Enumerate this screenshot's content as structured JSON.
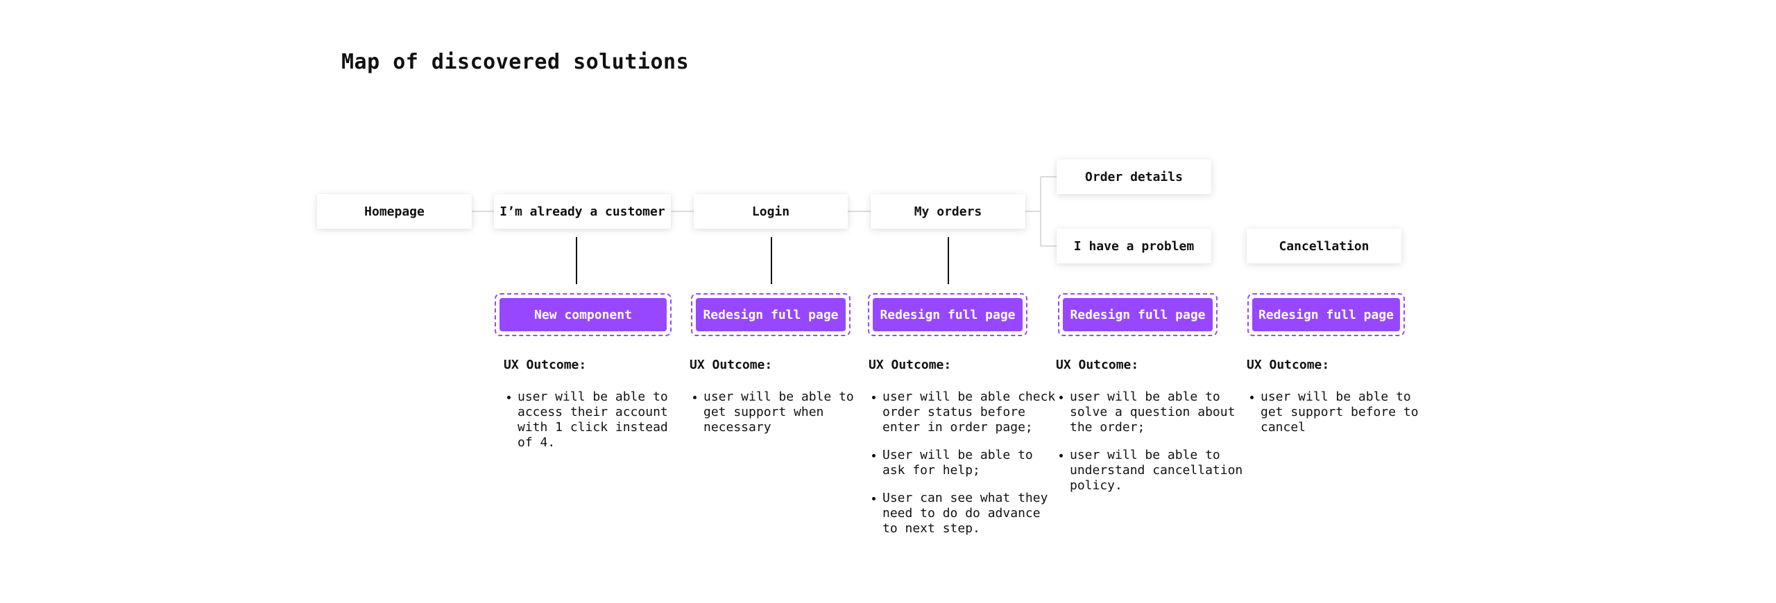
{
  "title": "Map of discovered solutions",
  "colors": {
    "solution": "#9747ff",
    "connector": "#d0d0d0",
    "stem": "#111111"
  },
  "nodes": {
    "homepage": "Homepage",
    "customer": "I’m already a customer",
    "login": "Login",
    "orders": "My orders",
    "order_details": "Order details",
    "problem": "I have a problem",
    "cancellation": "Cancellation"
  },
  "solutions": [
    {
      "label": "New component",
      "outcome_title": "UX Outcome:",
      "items": [
        "user will be able to access their account with 1 click instead of 4."
      ]
    },
    {
      "label": "Redesign full page",
      "outcome_title": "UX Outcome:",
      "items": [
        "user will be able to get support when necessary"
      ]
    },
    {
      "label": "Redesign full page",
      "outcome_title": "UX Outcome:",
      "items": [
        "user will be able check order status before enter in order page;",
        "User will be able to ask for help;",
        "User can see what they need to do do advance to next step."
      ]
    },
    {
      "label": "Redesign full page",
      "outcome_title": "UX Outcome:",
      "items": [
        "user will be able to solve a question about the order;",
        "user will be able to understand cancellation policy."
      ]
    },
    {
      "label": "Redesign full page",
      "outcome_title": "UX Outcome:",
      "items": [
        "user will be able to get support before to cancel"
      ]
    }
  ]
}
